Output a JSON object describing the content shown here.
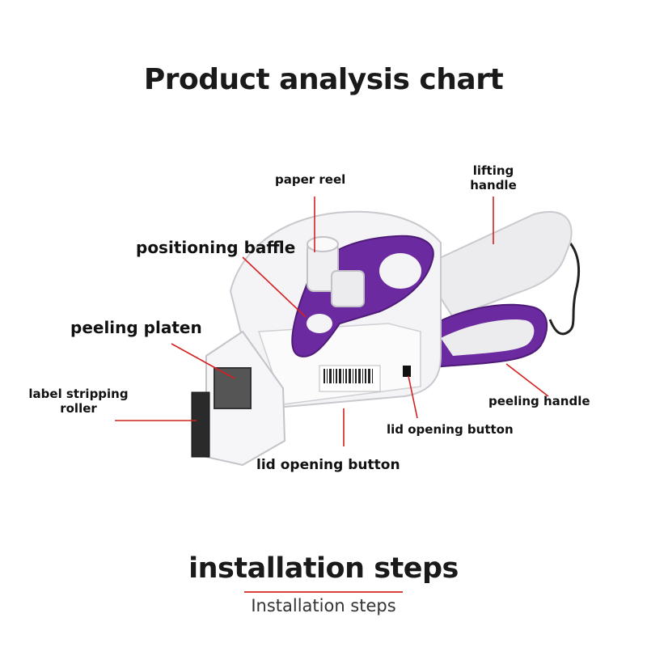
{
  "title": "Product analysis chart",
  "labels": {
    "paper_reel": "paper reel",
    "lifting_handle_1": "lifting",
    "lifting_handle_2": "handle",
    "positioning_baffle": "positioning baffle",
    "peeling_platen": "peeling platen",
    "label_stripping_roller_1": "label stripping",
    "label_stripping_roller_2": "roller",
    "peeling_handle": "peeling handle",
    "lid_opening_button_right": "lid opening button",
    "lid_opening_button_bottom": "lid opening button"
  },
  "steps": {
    "heading": "installation steps",
    "subheading": "Installation steps"
  },
  "colors": {
    "pointer": "#d42020",
    "purple": "#6b2aa0",
    "body": "#f2f2f4"
  }
}
